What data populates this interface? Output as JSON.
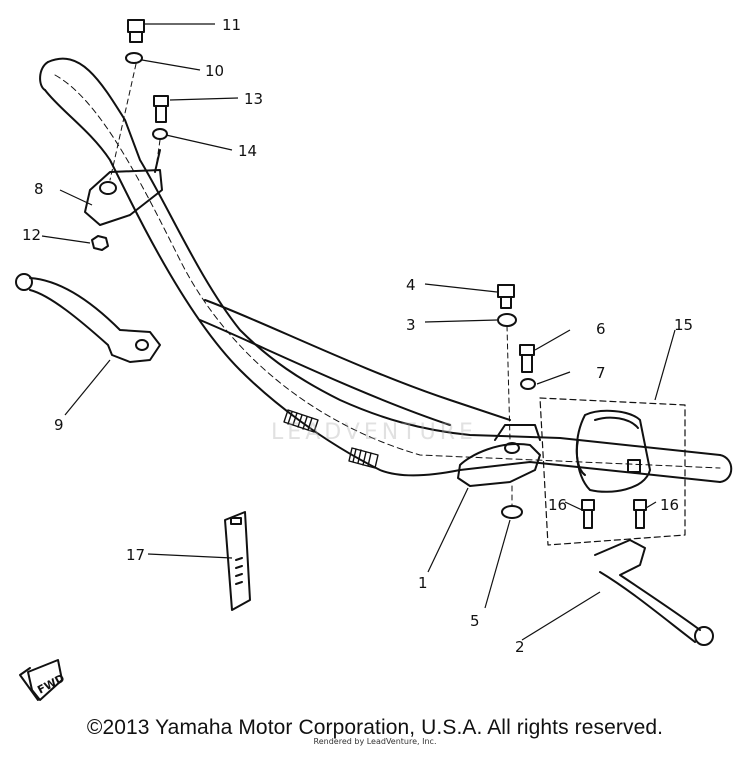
{
  "diagram": {
    "callouts": {
      "c1": "1",
      "c2": "2",
      "c3": "3",
      "c4": "4",
      "c5": "5",
      "c6": "6",
      "c7": "7",
      "c8": "8",
      "c9": "9",
      "c10": "10",
      "c11": "11",
      "c12": "12",
      "c13": "13",
      "c14": "14",
      "c15": "15",
      "c16a": "16",
      "c16b": "16",
      "c17": "17"
    },
    "fwd_label": "FWD"
  },
  "footer": {
    "copyright": "©2013 Yamaha Motor Corporation, U.S.A. All rights reserved.",
    "rendered_by": "Rendered by LeadVenture, Inc."
  },
  "watermark": "LEADVENTURE"
}
